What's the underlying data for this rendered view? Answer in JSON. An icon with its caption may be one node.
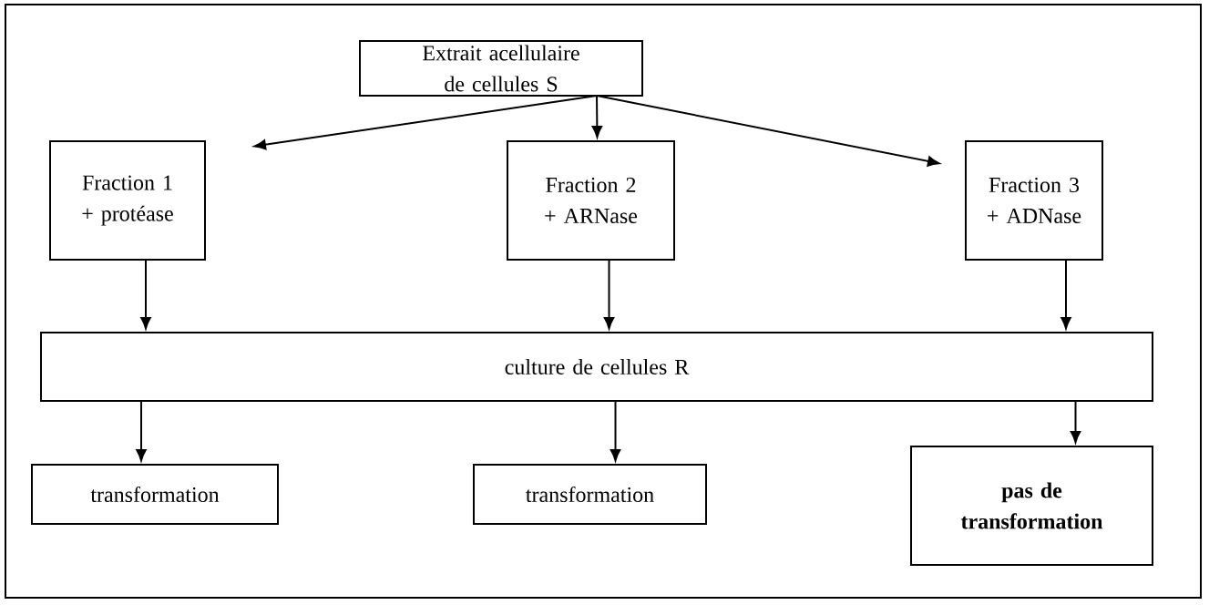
{
  "diagram": {
    "nodes": [
      {
        "text": [
          "Extrait acellulaire de cellules S"
        ]
      },
      {
        "text": [
          "Fraction 1 + protéase"
        ]
      },
      {
        "text": [
          "Fraction 2 + ARNase"
        ]
      },
      {
        "text": [
          "Fraction 3 + ADNase"
        ]
      },
      {
        "text": [
          "culture de cellules R"
        ]
      },
      {
        "text": [
          "transformation"
        ]
      },
      {
        "text": [
          "transformation"
        ]
      },
      {
        "text": [
          "pas de transformation"
        ]
      }
    ],
    "edges": [
      {
        "from": 0,
        "to": 1,
        "arrow": "to"
      },
      {
        "from": 0,
        "to": 2,
        "arrow": "to"
      },
      {
        "from": 0,
        "to": 3,
        "arrow": "to"
      },
      {
        "from": 1,
        "to": 4,
        "arrow": "to"
      },
      {
        "from": 2,
        "to": 4,
        "arrow": "to"
      },
      {
        "from": 3,
        "to": 4,
        "arrow": "to"
      },
      {
        "from": 4,
        "to": 5,
        "arrow": "to"
      },
      {
        "from": 4,
        "to": 6,
        "arrow": "to"
      },
      {
        "from": 4,
        "to": 7,
        "arrow": "to"
      }
    ]
  }
}
